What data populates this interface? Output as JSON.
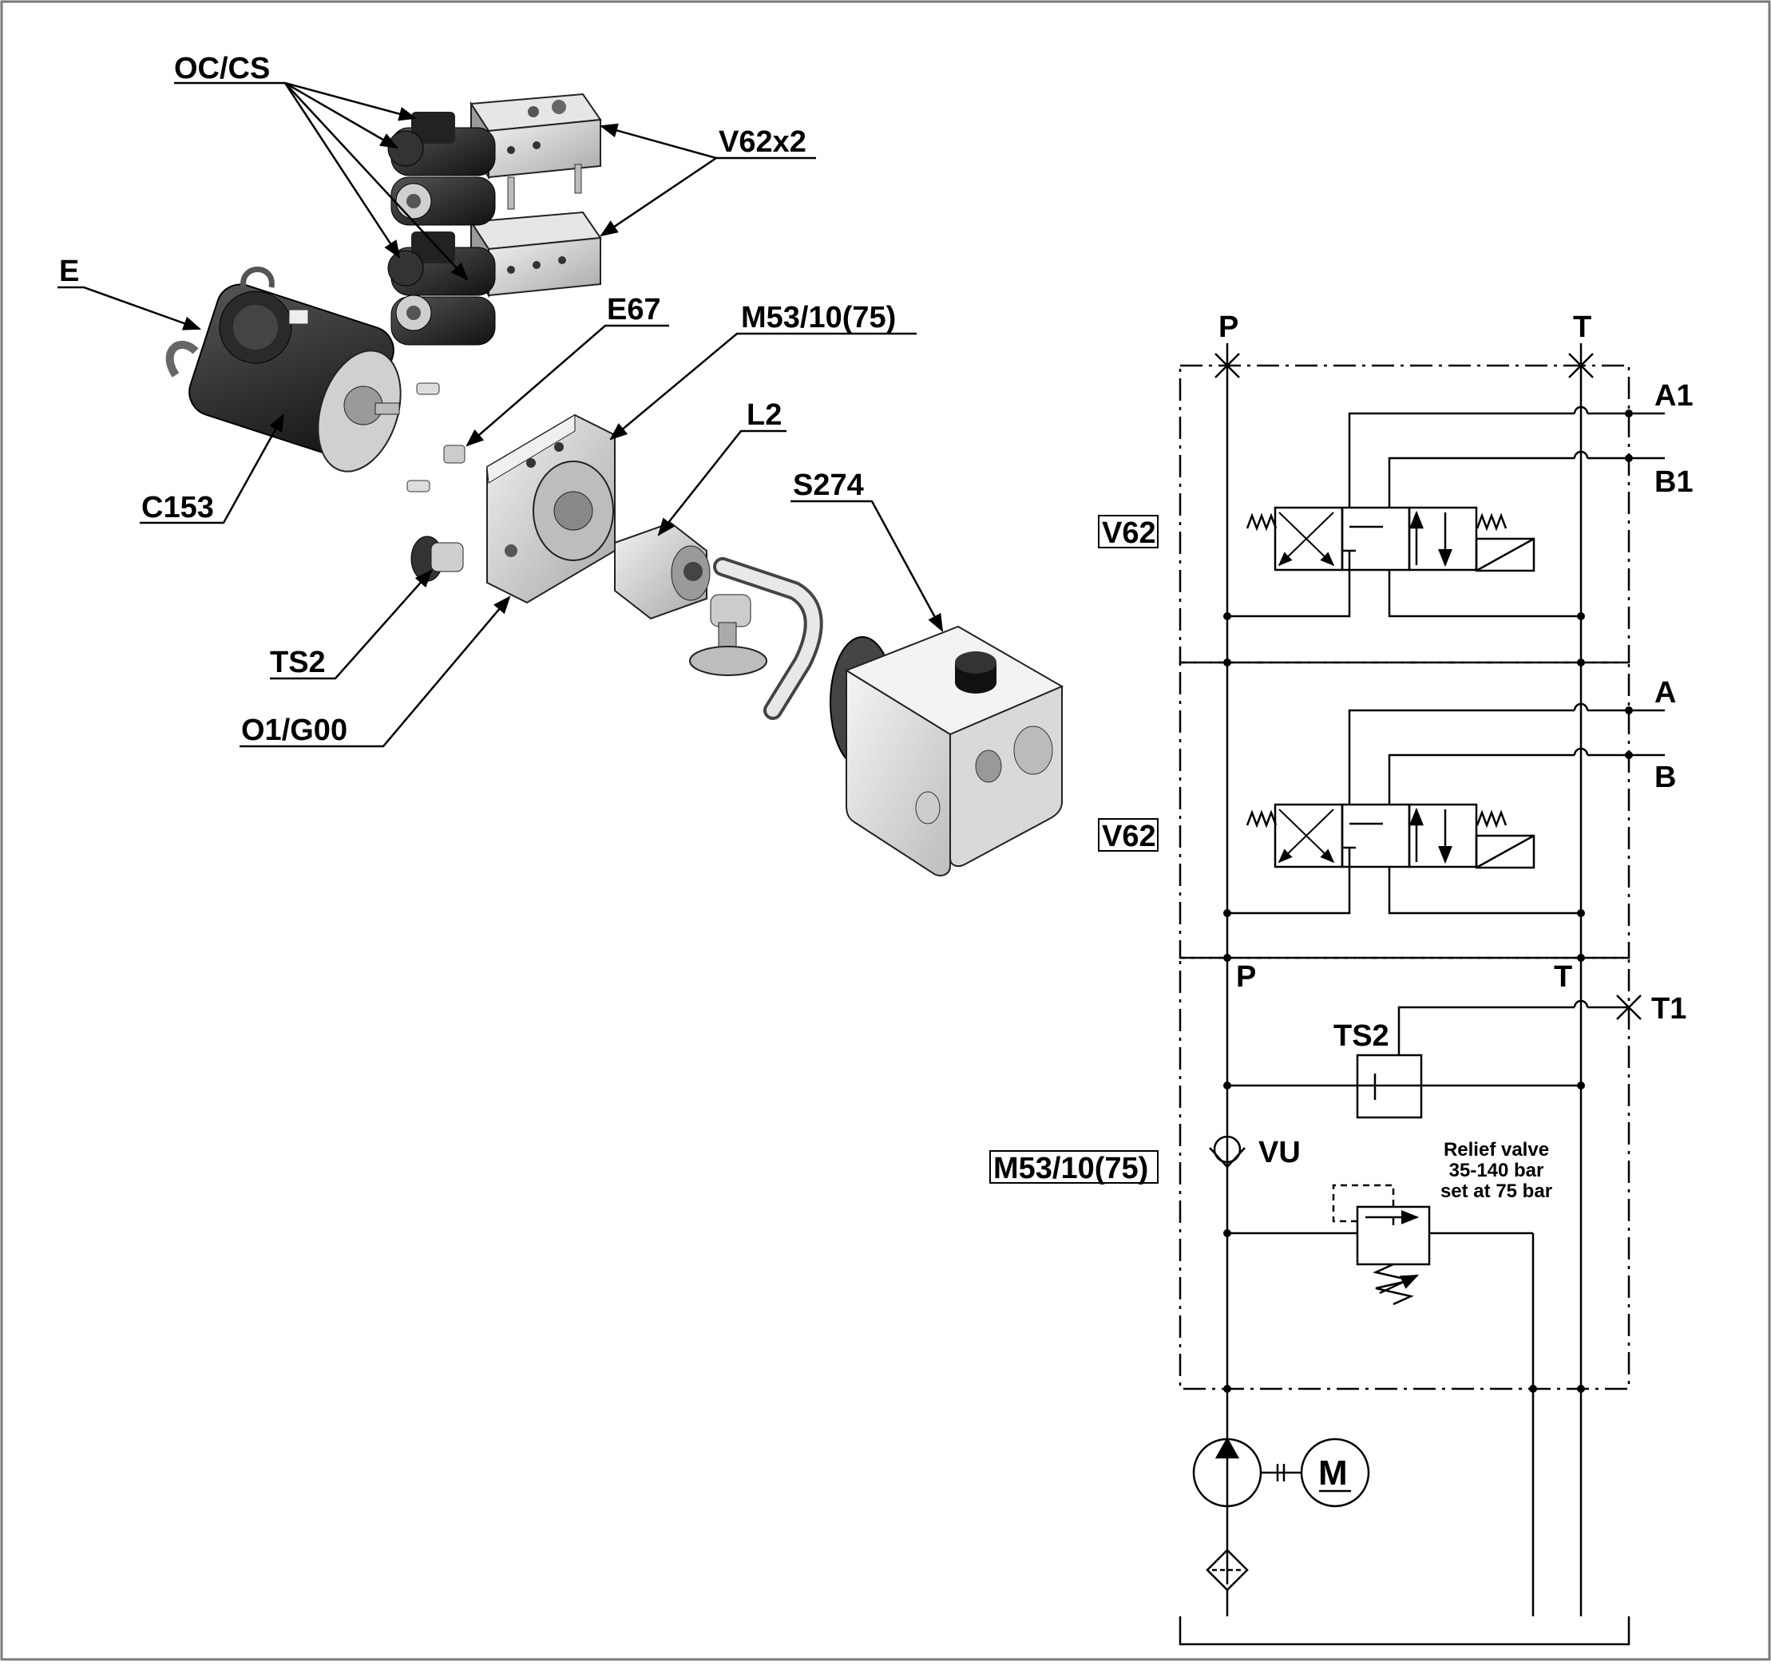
{
  "exploded_view": {
    "callouts": {
      "oc_cs": "OC/CS",
      "v62x2": "V62x2",
      "e": "E",
      "e67": "E67",
      "m53": "M53/10(75)",
      "l2": "L2",
      "s274": "S274",
      "c153": "C153",
      "ts2": "TS2",
      "o1_g00": "O1/G00"
    }
  },
  "schematic": {
    "ports": {
      "p_top": "P",
      "t_top": "T",
      "a1": "A1",
      "b1": "B1",
      "a": "A",
      "b": "B",
      "p_block": "P",
      "t_block": "T",
      "t1": "T1"
    },
    "blocks": {
      "v62_upper": "V62",
      "v62_lower": "V62",
      "m53": "M53/10(75)"
    },
    "components": {
      "ts2": "TS2",
      "vu": "VU",
      "motor": "M"
    },
    "relief_note": {
      "line1": "Relief valve",
      "line2": "35-140 bar",
      "line3": "set at 75 bar"
    }
  },
  "colors": {
    "line": "#000000",
    "part_dark": "#2b2b2b",
    "part_mid": "#8c8c8c",
    "part_light": "#d9d9d9",
    "frame": "#7a7a7a"
  }
}
